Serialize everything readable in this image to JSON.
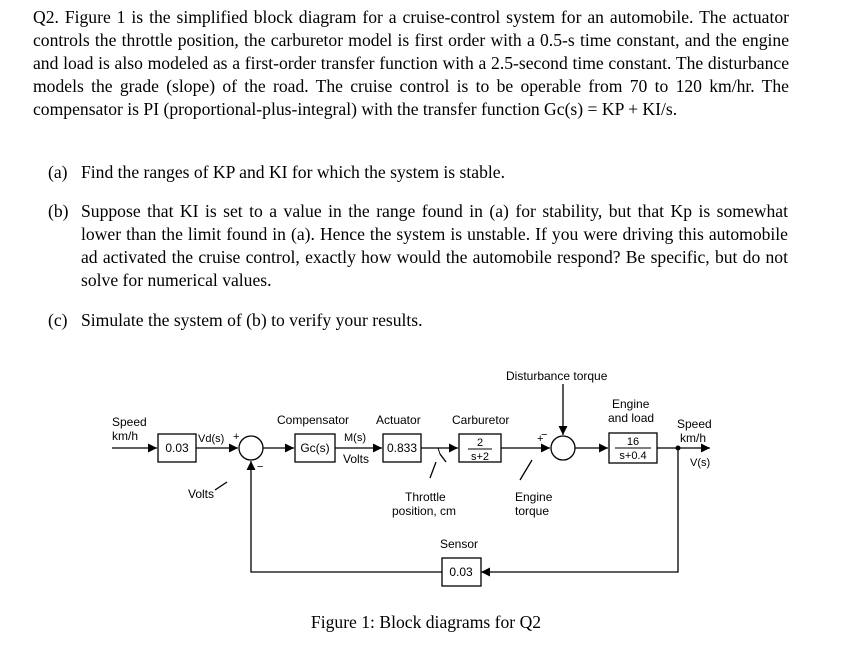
{
  "intro": "Q2. Figure 1 is the simplified block diagram for a cruise-control system for an automobile. The actuator controls the throttle position, the carburetor model is first order with a 0.5-s time constant, and the engine and load is also modeled as a first-order transfer function with a 2.5-second time constant. The disturbance models the grade (slope) of the road. The cruise control is to be operable from 70 to 120 km/hr. The compensator is PI (proportional-plus-integral) with the transfer function Gc(s) = KP + KI/s.",
  "questions": [
    {
      "label": "(a)",
      "text": "Find the ranges of KP and KI for which the system is stable."
    },
    {
      "label": "(b)",
      "text": "Suppose that KI is set to a value in the range found in (a) for stability, but that Kp is somewhat lower than the limit found in (a). Hence the system is unstable. If you were driving this automobile ad activated the cruise control, exactly how would the automobile respond? Be specific, but do not solve for numerical values."
    },
    {
      "label": "(c)",
      "text": "Simulate the system of (b) to verify your results."
    }
  ],
  "diagram": {
    "input_speed_label": "Speed",
    "input_unit": "km/h",
    "input_gain": "0.03",
    "vd_label": "Vd(s)",
    "plus": "+",
    "minus": "−",
    "volts_label": "Volts",
    "compensator_title": "Compensator",
    "compensator_block": "Gc(s)",
    "ms_label": "M(s)",
    "volts_under": "Volts",
    "actuator_title": "Actuator",
    "actuator_gain": "0.833",
    "carburetor_title": "Carburetor",
    "carb_num": "2",
    "carb_den": "s+2",
    "throttle_label_1": "Throttle",
    "throttle_label_2": "position, cm",
    "disturbance_label": "Disturbance torque",
    "engine_torque_1": "Engine",
    "engine_torque_2": "torque",
    "engine_load_1": "Engine",
    "engine_load_2": "and load",
    "engine_num": "16",
    "engine_den": "s+0.4",
    "output_speed": "Speed",
    "output_unit": "km/h",
    "output_vs": "V(s)",
    "sensor_title": "Sensor",
    "sensor_gain": "0.03"
  },
  "caption": "Figure 1: Block diagrams for Q2"
}
